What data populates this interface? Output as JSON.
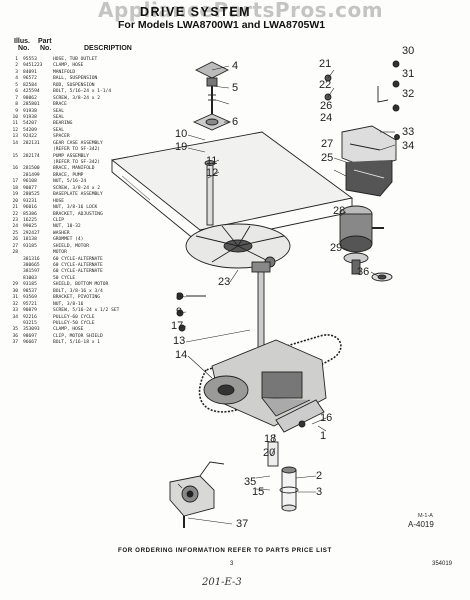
{
  "watermark": "AppliancePartsPros.com",
  "header": {
    "title": "DRIVE SYSTEM",
    "subtitle": "For Models LWA8700W1 and LWA8705W1",
    "col_illus": "Illus.",
    "col_no": "No.",
    "col_part": "Part",
    "col_part_no": "No.",
    "col_description": "DESCRIPTION"
  },
  "parts": [
    {
      "no": "1",
      "part": "95553",
      "desc": "HOSE, TUB OUTLET"
    },
    {
      "no": "2",
      "part": "9451223",
      "desc": "CLAMP, HOSE"
    },
    {
      "no": "3",
      "part": "84091",
      "desc": "MANIFOLD"
    },
    {
      "no": "4",
      "part": "96572",
      "desc": "BALL, SUSPENSION"
    },
    {
      "no": "5",
      "part": "82584",
      "desc": "ROD, SUSPENSION"
    },
    {
      "no": "6",
      "part": "425594",
      "desc": "BOLT, 5/16-24 x 1-1/4"
    },
    {
      "no": "7",
      "part": "98062",
      "desc": "SCREW, 3/8-24 x 2"
    },
    {
      "no": "8",
      "part": "285801",
      "desc": "BRACE"
    },
    {
      "no": "9",
      "part": "91938",
      "desc": "SEAL"
    },
    {
      "no": "10",
      "part": "91938",
      "desc": "SEAL"
    },
    {
      "no": "11",
      "part": "54207",
      "desc": "BEARING"
    },
    {
      "no": "12",
      "part": "54209",
      "desc": "SEAL"
    },
    {
      "no": "13",
      "part": "92422",
      "desc": "SPACER"
    },
    {
      "no": "14",
      "part": "282131",
      "desc": "GEAR CASE ASSEMBLY"
    },
    {
      "no": "",
      "part": "",
      "desc": "(REFER TO SF-342)"
    },
    {
      "no": "15",
      "part": "282174",
      "desc": "PUMP ASSEMBLY"
    },
    {
      "no": "",
      "part": "",
      "desc": "(REFER TO SF-342)"
    },
    {
      "no": "16",
      "part": "281500",
      "desc": "BRACE, MANIFOLD"
    },
    {
      "no": "",
      "part": "281499",
      "desc": "BRACE, PUMP"
    },
    {
      "no": "17",
      "part": "96108",
      "desc": "NUT, 5/16-24"
    },
    {
      "no": "18",
      "part": "90877",
      "desc": "SCREW, 3/8-24 x 2"
    },
    {
      "no": "19",
      "part": "280525",
      "desc": "BASEPLATE ASSEMBLY"
    },
    {
      "no": "20",
      "part": "93231",
      "desc": "HOSE"
    },
    {
      "no": "21",
      "part": "96016",
      "desc": "NUT, 3/8-16 LOCK"
    },
    {
      "no": "22",
      "part": "85386",
      "desc": "BRACKET, ADJUSTING"
    },
    {
      "no": "23",
      "part": "16225",
      "desc": "CLIP"
    },
    {
      "no": "24",
      "part": "99025",
      "desc": "NUT, 10-32"
    },
    {
      "no": "25",
      "part": "292427",
      "desc": "WASHER"
    },
    {
      "no": "26",
      "part": "18138",
      "desc": "GROMMET (4)"
    },
    {
      "no": "27",
      "part": "93185",
      "desc": "SHIELD, MOTOR"
    },
    {
      "no": "28",
      "part": "",
      "desc": "MOTOR"
    },
    {
      "no": "",
      "part": "381316",
      "desc": "60 CYCLE-ALTERNATE"
    },
    {
      "no": "",
      "part": "380665",
      "desc": "60 CYCLE-ALTERNATE"
    },
    {
      "no": "",
      "part": "381597",
      "desc": "60 CYCLE-ALTERNATE"
    },
    {
      "no": "",
      "part": "81003",
      "desc": "50 CYCLE"
    },
    {
      "no": "29",
      "part": "93185",
      "desc": "SHIELD, BOTTOM MOTOR"
    },
    {
      "no": "30",
      "part": "98537",
      "desc": "BOLT, 3/8-16 x 3/4"
    },
    {
      "no": "31",
      "part": "93569",
      "desc": "BRACKET, PIVOTING"
    },
    {
      "no": "32",
      "part": "95721",
      "desc": "NUT, 3/8-16"
    },
    {
      "no": "33",
      "part": "90879",
      "desc": "SCREW, 5/16-24 x 1/2 SET"
    },
    {
      "no": "34",
      "part": "92216",
      "desc": "PULLEY-60 CYCLE"
    },
    {
      "no": "",
      "part": "93215",
      "desc": "PULLEY-50 CYCLE"
    },
    {
      "no": "35",
      "part": "353093",
      "desc": "CLAMP, HOSE"
    },
    {
      "no": "36",
      "part": "98697",
      "desc": "CLIP, MOTOR SHIELD"
    },
    {
      "no": "37",
      "part": "96667",
      "desc": "BOLT, 5/16-18 x 1"
    }
  ],
  "callouts": {
    "c30": "30",
    "c21": "21",
    "c22": "22",
    "c31": "31",
    "c4": "4",
    "c26": "26",
    "c32": "32",
    "c5": "5",
    "c24": "24",
    "c33": "33",
    "c10": "10",
    "c34": "34",
    "c19": "19",
    "c27": "27",
    "c25": "25",
    "c11": "11",
    "c12": "12",
    "c28": "28",
    "c29": "29",
    "c36": "36",
    "c23": "23",
    "c8": "8",
    "c9": "9",
    "c17": "17",
    "c13": "13",
    "c14": "14",
    "c16": "16",
    "c1": "1",
    "c18": "18",
    "c20": "20",
    "c35": "35",
    "c2": "2",
    "c3": "3",
    "c15": "15",
    "c37": "37",
    "c6": "6"
  },
  "figure_ref": {
    "small": "M-1-A",
    "code": "A-4019"
  },
  "footer": {
    "note": "FOR ORDERING INFORMATION REFER TO PARTS PRICE LIST",
    "page": "3",
    "doc": "354019",
    "handwritten": "201-E-3"
  }
}
